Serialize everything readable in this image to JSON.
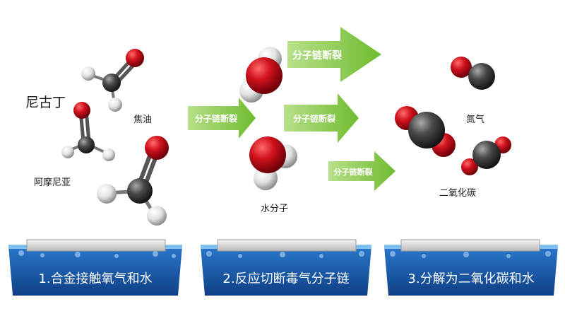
{
  "molecule_labels": {
    "nicotine": "尼古丁",
    "tar": "焦油",
    "ammonia": "阿摩尼亚",
    "water_molecule": "水分子",
    "nitrogen": "氮气",
    "carbon_dioxide": "二氧化碳"
  },
  "arrows": [
    {
      "label": "分子链断裂"
    },
    {
      "label": "分子链断裂"
    },
    {
      "label": "分子链断裂"
    },
    {
      "label": "分子链断裂"
    }
  ],
  "stages": [
    {
      "label": "1.合金接触氧气和水"
    },
    {
      "label": "2.反应切断毒气分子链"
    },
    {
      "label": "3.分解为二氧化碳和水"
    }
  ],
  "colors": {
    "oxygen": "#c8101c",
    "carbon": "#3a3a3a",
    "hydrogen": "#e8e8e8",
    "arrow": "#7dc242",
    "tray": "#1d5fae"
  }
}
